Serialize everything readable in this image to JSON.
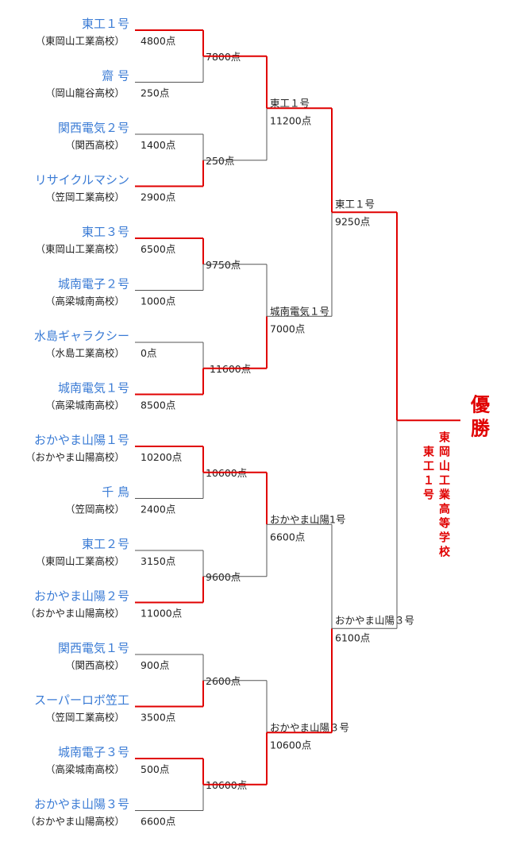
{
  "teams": [
    {
      "name": "東工１号",
      "school": "（東岡山工業高校）",
      "score": "4800点"
    },
    {
      "name": "齋 号",
      "school": "（岡山龍谷高校）",
      "score": "250点"
    },
    {
      "name": "関西電気２号",
      "school": "（関西高校）",
      "score": "1400点"
    },
    {
      "name": "リサイクルマシン",
      "school": "（笠岡工業高校）",
      "score": "2900点"
    },
    {
      "name": "東工３号",
      "school": "（東岡山工業高校）",
      "score": "6500点"
    },
    {
      "name": "城南電子２号",
      "school": "（高梁城南高校）",
      "score": "1000点"
    },
    {
      "name": "水島ギャラクシー",
      "school": "（水島工業高校）",
      "score": "0点"
    },
    {
      "name": "城南電気１号",
      "school": "（高梁城南高校）",
      "score": "8500点"
    },
    {
      "name": "おかやま山陽１号",
      "school": "（おかやま山陽高校）",
      "score": "10200点"
    },
    {
      "name": "千 鳥",
      "school": "（笠岡高校）",
      "score": "2400点"
    },
    {
      "name": "東工２号",
      "school": "（東岡山工業高校）",
      "score": "3150点"
    },
    {
      "name": "おかやま山陽２号",
      "school": "（おかやま山陽高校）",
      "score": "11000点"
    },
    {
      "name": "関西電気１号",
      "school": "（関西高校）",
      "score": "900点"
    },
    {
      "name": "スーパーロボ笠工",
      "school": "（笠岡工業高校）",
      "score": "3500点"
    },
    {
      "name": "城南電子３号",
      "school": "（高梁城南高校）",
      "score": "500点"
    },
    {
      "name": "おかやま山陽３号",
      "school": "（おかやま山陽高校）",
      "score": "6600点"
    }
  ],
  "round2_scores": [
    "7800点",
    "250点",
    "9750点",
    "11600点",
    "10600点",
    "9600点",
    "2600点",
    "10600点"
  ],
  "round3": [
    {
      "name": "東工１号",
      "score": "11200点"
    },
    {
      "name": "城南電気１号",
      "score": "7000点"
    },
    {
      "name": "おかやま山陽1号",
      "score": "6600点"
    },
    {
      "name": "おかやま山陽３号",
      "score": "10600点"
    }
  ],
  "round4": [
    {
      "name": "東工１号",
      "score": "9250点"
    },
    {
      "name": "おかやま山陽３号",
      "score": "6100点"
    }
  ],
  "winners": {
    "r1": [
      0,
      1,
      0,
      1,
      0,
      1,
      1,
      0
    ],
    "r2": [
      0,
      1,
      0,
      1
    ],
    "r3": [
      0,
      1
    ],
    "final": 0
  },
  "champion": {
    "title": "優勝",
    "line1": "東岡山工業高等学校",
    "line2": "東工１号"
  },
  "colors": {
    "red": "#e00000",
    "gray": "#555555",
    "team": "#3a7bd5"
  }
}
